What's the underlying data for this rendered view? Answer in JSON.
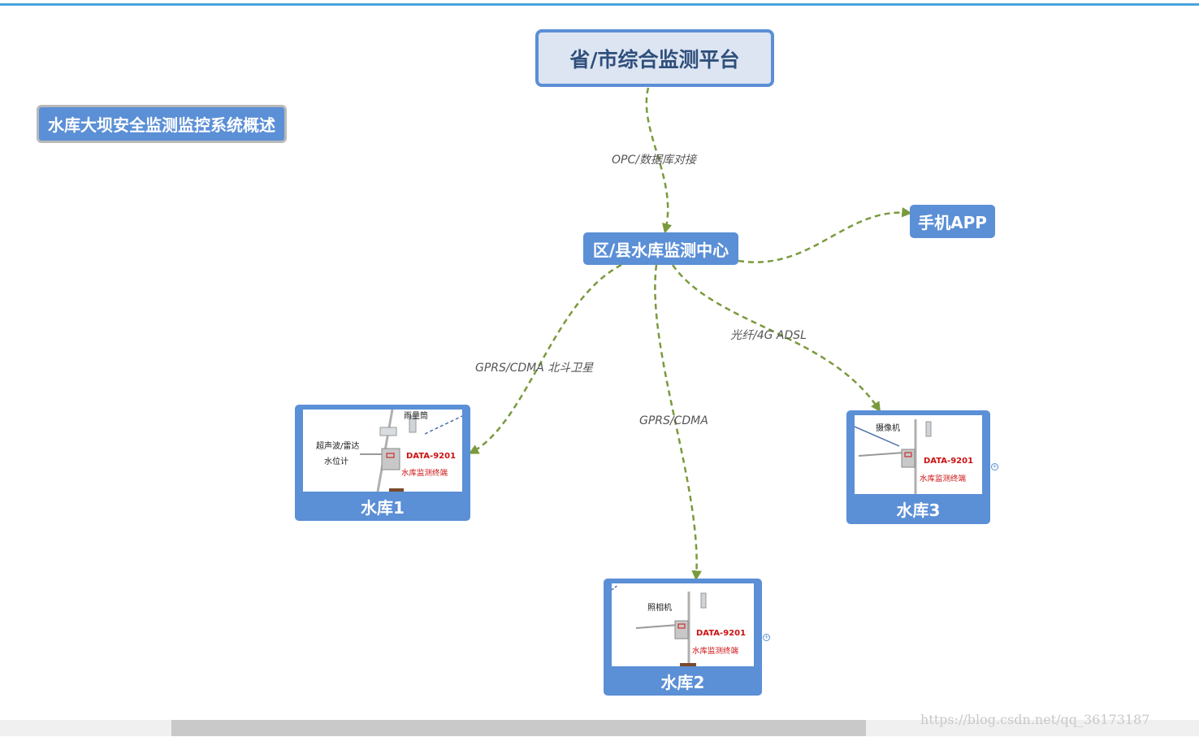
{
  "nodes": {
    "root": "省/市综合监测平台",
    "title": "水库大坝安全监测监控系统概述",
    "center": "区/县水库监测中心",
    "app": "手机APP"
  },
  "edges": {
    "root_to_center": "OPC/数据库对接",
    "center_to_res1": "GPRS/CDMA 北斗卫星",
    "center_to_res2": "GPRS/CDMA",
    "center_to_res3": "光纤/4G ADSL"
  },
  "reservoirs": [
    {
      "label": "水库1",
      "photo": {
        "callouts": [
          "雨量筒",
          "超声波/雷达",
          "水位计"
        ],
        "model": "DATA-9201",
        "sub": "水库监测终端"
      }
    },
    {
      "label": "水库2",
      "photo": {
        "callouts": [
          "照相机"
        ],
        "model": "DATA-9201",
        "sub": "水库监测终端"
      }
    },
    {
      "label": "水库3",
      "photo": {
        "callouts": [
          "摄像机"
        ],
        "model": "DATA-9201",
        "sub": "水库监测终端"
      }
    }
  ],
  "colors": {
    "node_fill": "#5b8fd6",
    "root_fill": "#dde5f2",
    "root_text": "#2f4f7c",
    "edge": "#7a9a3c",
    "top_bar": "#4aa3df"
  },
  "watermark": "https://blog.csdn.net/qq_36173187"
}
